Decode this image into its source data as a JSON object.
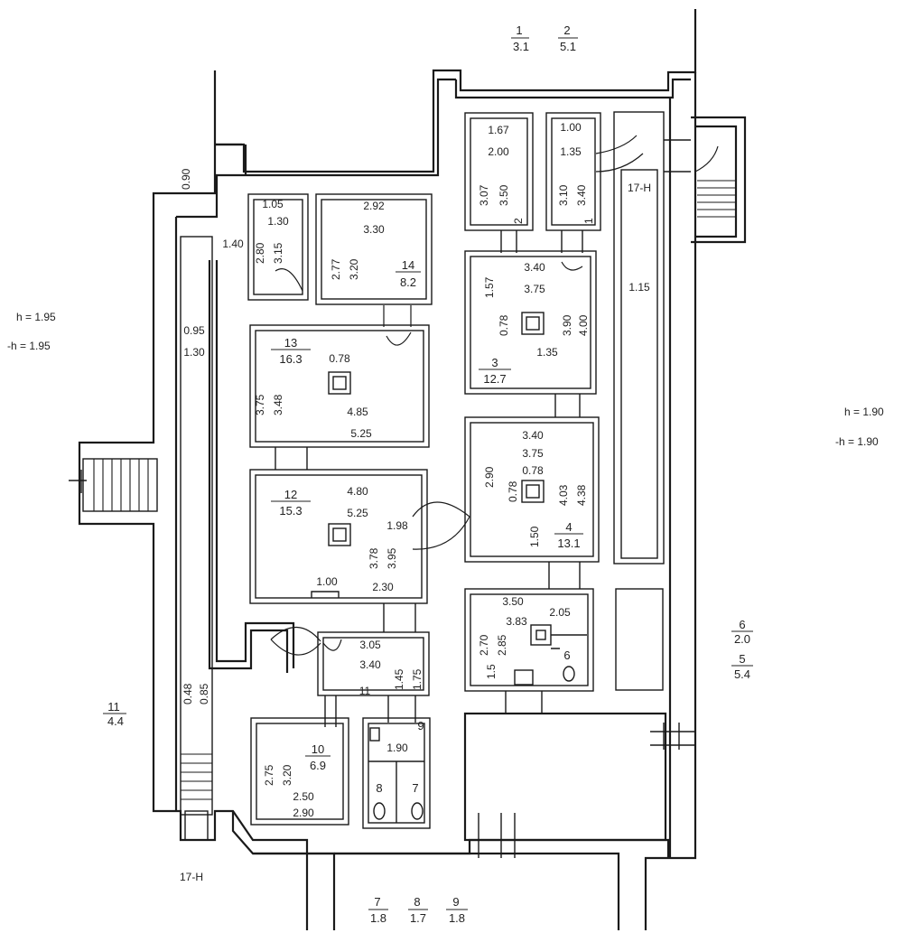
{
  "top_labels": [
    {
      "num": "1",
      "area": "3.1"
    },
    {
      "num": "2",
      "area": "5.1"
    }
  ],
  "bottom_labels": [
    {
      "num": "7",
      "area": "1.8"
    },
    {
      "num": "8",
      "area": "1.7"
    },
    {
      "num": "9",
      "area": "1.8"
    }
  ],
  "side_labels": {
    "left_h": "h = 1.95",
    "left_k": "-h = 1.95",
    "right_h": "h = 1.90",
    "right_k": "-h = 1.90",
    "corridor_11": {
      "num": "11",
      "area": "4.4"
    },
    "right_6": {
      "num": "6",
      "area": "2.0"
    },
    "right_5": {
      "num": "5",
      "area": "5.4"
    },
    "stair_bottom": "17-H",
    "stair_top": "17-H",
    "dim_090": "0.90"
  },
  "rooms": {
    "r14": {
      "num": "14",
      "area": "8.2",
      "d1": "2.92",
      "d2": "3.30",
      "d3": "2.77",
      "d4": "3.20"
    },
    "r15small": {
      "d1": "1.05",
      "d2": "1.30",
      "d3": "2.80",
      "d4": "3.15",
      "d5": "1.40"
    },
    "r13": {
      "num": "13",
      "area": "16.3",
      "d1": "0.78",
      "d2": "3.75",
      "d3": "3.48",
      "d4": "4.85",
      "d5": "5.25"
    },
    "r12": {
      "num": "12",
      "area": "15.3",
      "d1": "4.80",
      "d2": "5.25",
      "d3": "1.98",
      "d4": "3.78",
      "d5": "3.95",
      "d6": "1.00",
      "d7": "2.30"
    },
    "corr": {
      "d1": "0.95",
      "d2": "1.30",
      "d3": "0.48",
      "d4": "0.85"
    },
    "r1": {
      "d1": "1.67",
      "d2": "2.00",
      "d3": "3.07",
      "d4": "3.50",
      "mark": "2"
    },
    "r2": {
      "d1": "1.00",
      "d2": "1.35",
      "d3": "3.10",
      "d4": "3.40",
      "mark": "1"
    },
    "r3": {
      "num": "3",
      "area": "12.7",
      "d1": "3.40",
      "d2": "3.75",
      "d3": "1.57",
      "d4": "0.78",
      "d5": "3.90",
      "d6": "4.00",
      "d7": "1.35"
    },
    "r4": {
      "num": "4",
      "area": "13.1",
      "d1": "3.40",
      "d2": "3.75",
      "d3": "2.90",
      "d4": "0.78",
      "d5": "0.78",
      "d6": "4.03",
      "d7": "4.38",
      "d8": "1.50"
    },
    "r_right_long": {
      "d1": "1.15"
    },
    "r6": {
      "d1": "3.50",
      "d2": "3.83",
      "d3": "2.05",
      "d4": "2.70",
      "d5": "2.85",
      "d6": "1.5",
      "mark": "6"
    },
    "r11small": {
      "d1": "3.05",
      "d2": "3.40",
      "d3": "1.45",
      "d4": "1.75",
      "mark": "11"
    },
    "r10": {
      "num": "10",
      "area": "6.9",
      "d1": "2.75",
      "d2": "3.20",
      "d3": "2.50",
      "d4": "2.90"
    },
    "wc": {
      "d1": "1.90",
      "m9": "9",
      "m8": "8",
      "m7": "7"
    }
  }
}
